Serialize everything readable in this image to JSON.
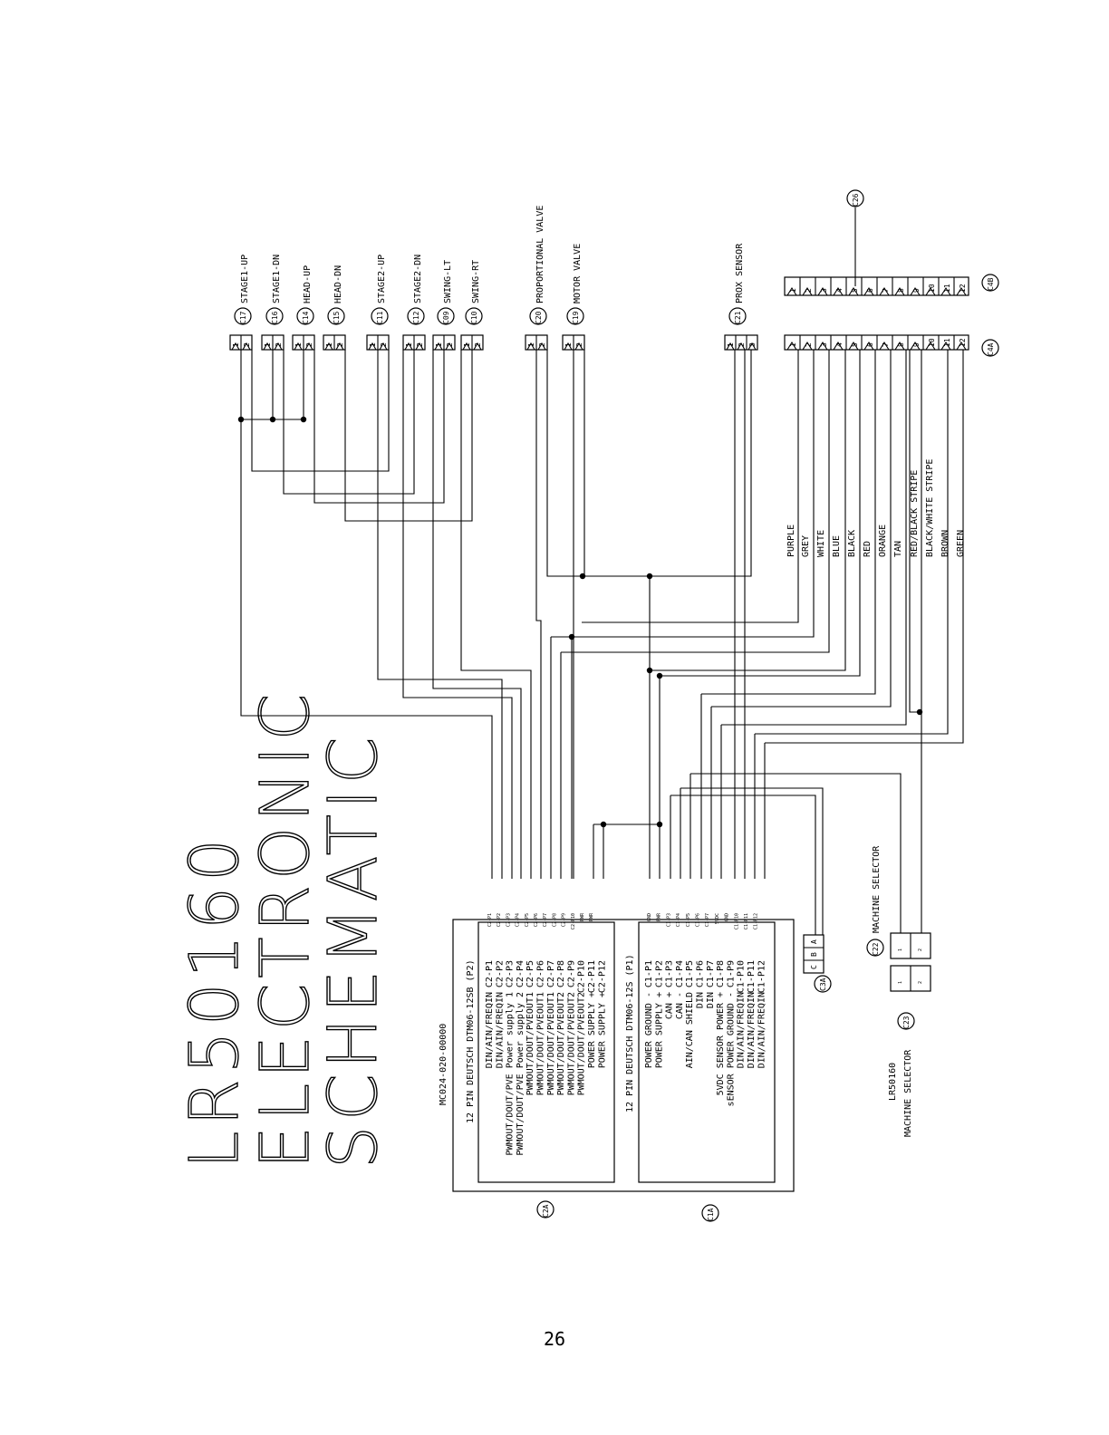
{
  "title": {
    "line1": "LR50160",
    "line2": "ELECTRONIC",
    "line3": "SCHEMATIC"
  },
  "page_number": "26",
  "controller": {
    "part_number": "MC024-020-00000",
    "p2_header": "12 PIN DEUTSCH DTM06-12SB (P2)",
    "p1_header": "12 PIN DEUTSCH DTM06-12S (P1)",
    "p2_functions": [
      "DIN/AIN/FREQIN",
      "DIN/AIN/FREQIN",
      "PWMOUT/DOUT/PVE Power supply 1",
      "PWMOUT/DOUT/PVE Power supply 2",
      "PWMOUT/DOUT/PVEOUT1",
      "PWMOUT/DOUT/PVEOUT1",
      "PWMOUT/DOUT/PVEOUT1",
      "PWMOUT/DOUT/PVEOUT2",
      "PWMOUT/DOUT/PVEOUT2",
      "PWMOUT/DOUT/PVEOUT2",
      "POWER SUPPLY +",
      "POWER SUPPLY +"
    ],
    "p2_pins": [
      "C2-P1",
      "C2-P2",
      "C2-P3",
      "C2-P4",
      "C2-P5",
      "C2-P6",
      "C2-P7",
      "C2-P8",
      "C2-P9",
      "C2-P10",
      "C2-P11",
      "C2-P12"
    ],
    "p1_functions": [
      "POWER GROUND -",
      "POWER SUPPLY +",
      "CAN +",
      "CAN -",
      "AIN/CAN SHIELD",
      "DIN",
      "DIN",
      "5VDC SENSOR POWER +",
      "sENSOR POWER GROUND -",
      "DIN/AIN/FREQIN",
      "DIN/AIN/FREQIN",
      "DIN/AIN/FREQIN"
    ],
    "p1_pins": [
      "C1-P1",
      "C1-P2",
      "C1-P3",
      "C1-P4",
      "C1-P5",
      "C1-P6",
      "C1-P7",
      "C1-P8",
      "C1-P9",
      "C1-P10",
      "C1-P11",
      "C1-P12"
    ],
    "p2_pin_tags": [
      "C2-P1",
      "C2-P2",
      "C2-P3",
      "C2-P4",
      "C2-P5",
      "C2-P6",
      "C2-P7",
      "C2-P8",
      "C2-P9",
      "C2-P10",
      "PWR",
      "PWR"
    ],
    "p1_pin_tags": [
      "GND",
      "PWR",
      "C1-P3",
      "C1-P4",
      "C1-P5",
      "C1-P6",
      "C1-P7",
      "5VDC",
      "GND",
      "C1-P10",
      "C1-P11",
      "C1-P12"
    ],
    "c2a_label": "C2A",
    "c1a_label": "C1A"
  },
  "valve_connectors": [
    {
      "id": "C17",
      "name": "STAGE1-UP",
      "pins": [
        "1",
        "2"
      ]
    },
    {
      "id": "C16",
      "name": "STAGE1-DN",
      "pins": [
        "1",
        "2"
      ]
    },
    {
      "id": "C14",
      "name": "HEAD-UP",
      "pins": [
        "1",
        "2"
      ]
    },
    {
      "id": "C15",
      "name": "HEAD-DN",
      "pins": [
        "1",
        "2"
      ]
    },
    {
      "id": "C11",
      "name": "STAGE2-UP",
      "pins": [
        "1",
        "2"
      ]
    },
    {
      "id": "C12",
      "name": "STAGE2-DN",
      "pins": [
        "1",
        "2"
      ]
    },
    {
      "id": "C09",
      "name": "SWING-LT",
      "pins": [
        "1",
        "2"
      ]
    },
    {
      "id": "C10",
      "name": "SWING-RT",
      "pins": [
        "1",
        "2"
      ]
    },
    {
      "id": "C20",
      "name": "PROPORTIONAL VALVE",
      "pins": [
        "1",
        "2"
      ]
    },
    {
      "id": "C19",
      "name": "MOTOR VALVE",
      "pins": [
        "1",
        "2"
      ]
    },
    {
      "id": "C21",
      "name": "PROX SENSOR",
      "pins": [
        "1",
        "2",
        "3"
      ]
    }
  ],
  "harness": {
    "c4a_label": "C4A",
    "c4b_label": "C4B",
    "c26_label": "C26",
    "pins": [
      "1",
      "2",
      "3",
      "4",
      "5",
      "6",
      "7",
      "8",
      "9",
      "10",
      "11",
      "12"
    ],
    "wire_colors": [
      "PURPLE",
      "GREY",
      "WHITE",
      "BLUE",
      "BLACK",
      "RED",
      "ORANGE",
      "TAN",
      "RED/BLACK STRIPE",
      "BLACK/WHITE STRIPE",
      "BROWN",
      "GREEN"
    ]
  },
  "c3a": {
    "label": "C3A",
    "pins": [
      "A",
      "B",
      "C"
    ]
  },
  "machine_selector": {
    "c22_label": "C22",
    "c22_name": "MACHINE SELECTOR",
    "c23_label": "C23",
    "c23_line1": "LR50160",
    "c23_line2": "MACHINE SELECTOR",
    "pins": [
      "1",
      "2"
    ]
  }
}
